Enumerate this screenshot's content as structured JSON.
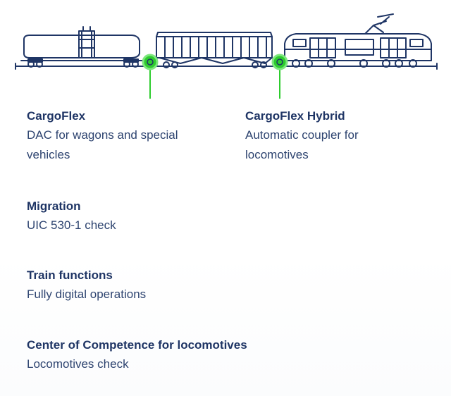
{
  "colors": {
    "primary": "#1f3565",
    "marker": "#2ecc2e"
  },
  "markers": [
    {
      "name": "cargoflex-coupler-marker"
    },
    {
      "name": "cargoflex-hybrid-coupler-marker"
    }
  ],
  "products": [
    {
      "title": "CargoFlex",
      "description": "DAC for wagons and special vehicles"
    },
    {
      "title": "CargoFlex Hybrid",
      "description": "Automatic coupler for locomotives"
    }
  ],
  "services": [
    {
      "title": "Migration",
      "description": "UIC 530-1 check"
    },
    {
      "title": "Train functions",
      "description": "Fully digital operations"
    },
    {
      "title": "Center of Competence for locomotives",
      "description": "Locomotives check"
    }
  ]
}
